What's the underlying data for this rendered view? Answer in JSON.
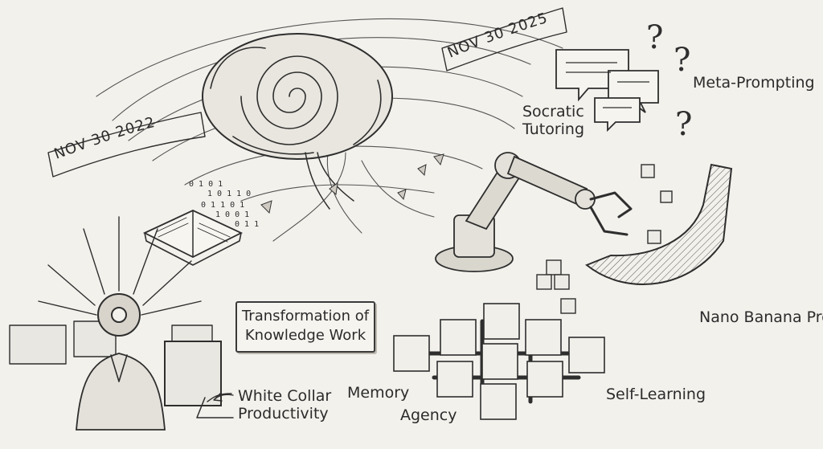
{
  "labels": {
    "date_start": "NOV 30 2022",
    "date_end": "NOV 30 2025",
    "socratic_line1": "Socratic",
    "socratic_line2": "Tutoring",
    "meta_prompting": "Meta-Prompting",
    "transformation_line1": "Transformation of",
    "transformation_line2": "Knowledge Work",
    "white_collar_line1": "White Collar",
    "white_collar_line2": "Productivity",
    "memory": "Memory",
    "agency": "Agency",
    "self_learning": "Self-Learning",
    "nano_banana": "Nano Banana Pro"
  },
  "binary_text": [
    "0 1 0 1",
    "1 0 1 1 0",
    "0 1 1 0 1",
    "1 0 0 1",
    "0 1 1"
  ],
  "colors": {
    "paper": "#f3f1ec",
    "ink": "#2e2e2e"
  }
}
